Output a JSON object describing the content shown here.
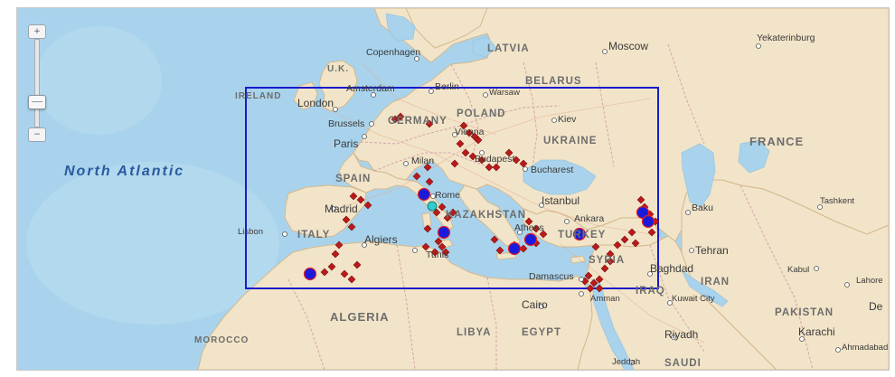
{
  "map": {
    "ocean_label": "North Atlantic",
    "countries": [
      "IRELAND",
      "U.K.",
      "LATVIA",
      "BELARUS",
      "POLAND",
      "GERMANY",
      "UKRAINE",
      "FRANCE",
      "SPAIN",
      "ITALY",
      "KAZAKHSTAN",
      "TURKEY",
      "SYRIA",
      "IRAN",
      "IRAQ",
      "ALGERIA",
      "LIBYA",
      "EGYPT",
      "MOROCCO",
      "PAKISTAN",
      "SAUDI"
    ],
    "cities": [
      "Copenhagen",
      "Moscow",
      "Yekaterinburg",
      "Amsterdam",
      "Berlin",
      "Warsaw",
      "London",
      "Brussels",
      "Kiev",
      "Paris",
      "Vienna",
      "Budapest",
      "Milan",
      "Bucharest",
      "Madrid",
      "Rome",
      "Istanbul",
      "Ankara",
      "Baku",
      "Tashkent",
      "Lisbon",
      "Algiers",
      "Athens",
      "Tunis",
      "Tehran",
      "Baghdad",
      "Kabul",
      "Lahore",
      "Damascus",
      "Amman",
      "Kuwait City",
      "Cairo",
      "Riyadh",
      "Karachi",
      "Ahmadabad",
      "Jeddah",
      "De"
    ],
    "colors": {
      "ocean": "#a9d3ec",
      "land": "#f2e4c8",
      "box": "#1a1acc",
      "large_marker": "#1a1add",
      "small_marker": "#bb1a1a",
      "highlight_marker": "#33cccc"
    },
    "marker_counts": {
      "large_blue": 9,
      "small_red": 60,
      "cyan": 1
    }
  },
  "controls": {
    "zoom_in": "+",
    "zoom_out": "−"
  }
}
